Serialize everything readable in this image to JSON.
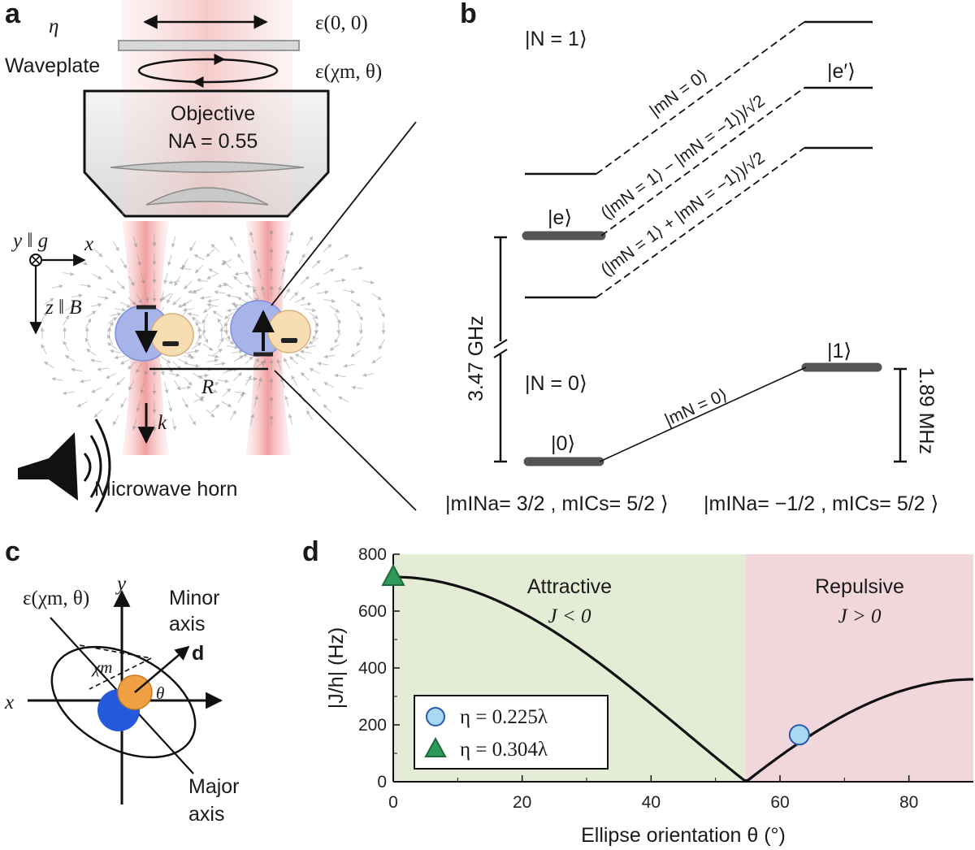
{
  "panels": {
    "a": "a",
    "b": "b",
    "c": "c",
    "d": "d"
  },
  "panel_a": {
    "eta": "η",
    "waveplate": "Waveplate",
    "eps00": "ε(0, 0)",
    "eps_chi_theta": "ε(χm, θ)",
    "objective": "Objective",
    "na": "NA = 0.55",
    "y_axis": "y ǁ g",
    "x_axis": "x",
    "z_axis": "z ǁ B",
    "R": "R",
    "k": "k",
    "horn": "Microwave horn"
  },
  "panel_b": {
    "N1": "|N = 1⟩",
    "N0": "|N = 0⟩",
    "e": "|e⟩",
    "e_prime": "|e′⟩",
    "one": "|1⟩",
    "zero": "|0⟩",
    "mN0_top": "|mN = 0⟩",
    "mN_minus": "(|mN = 1⟩ − |mN = −1⟩)/√2",
    "mN_plus": "(|mN = 1⟩ + |mN = −1⟩)/√2",
    "mN0_bottom": "|mN = 0⟩",
    "gap_left": "3.47 GHz",
    "gap_right": "1.89 MHz",
    "state_left": "|mINa= 3/2 , mICs= 5/2 ⟩",
    "state_right": "|mINa= −1/2 , mICs= 5/2 ⟩"
  },
  "panel_c": {
    "eps": "ε(χm, θ)",
    "y": "y",
    "x": "x",
    "minor": "Minor axis",
    "major": "Major axis",
    "d": "d",
    "chi": "χm",
    "theta": "θ"
  },
  "chart_data": {
    "type": "line",
    "xlabel": "Ellipse orientation θ (°)",
    "ylabel": "|J/h| (Hz)",
    "xlim": [
      0,
      90
    ],
    "ylim": [
      0,
      800
    ],
    "x_ticks": [
      0,
      20,
      40,
      60,
      80
    ],
    "y_ticks": [
      0,
      200,
      400,
      600,
      800
    ],
    "regions": [
      {
        "label_1": "Attractive",
        "label_2": "J < 0",
        "x_range": [
          0,
          54.7
        ],
        "color": "#e5ecd6"
      },
      {
        "label_1": "Repulsive",
        "label_2": "J > 0",
        "x_range": [
          54.7,
          90
        ],
        "color": "#f1d6dc"
      }
    ],
    "theory_curve": {
      "J0_hz": 720,
      "zero_crossing_deg": 54.7
    },
    "series": [
      {
        "name": "η = 0.225λ",
        "marker": "circle",
        "color": "#a9d8f2",
        "points": [
          {
            "x": 63,
            "y": 165,
            "err": 12
          }
        ]
      },
      {
        "name": "η = 0.304λ",
        "marker": "triangle",
        "color": "#2e9a57",
        "points": [
          {
            "x": 0,
            "y": 720,
            "err": 15
          }
        ]
      }
    ],
    "legend_position": "lower-left"
  }
}
